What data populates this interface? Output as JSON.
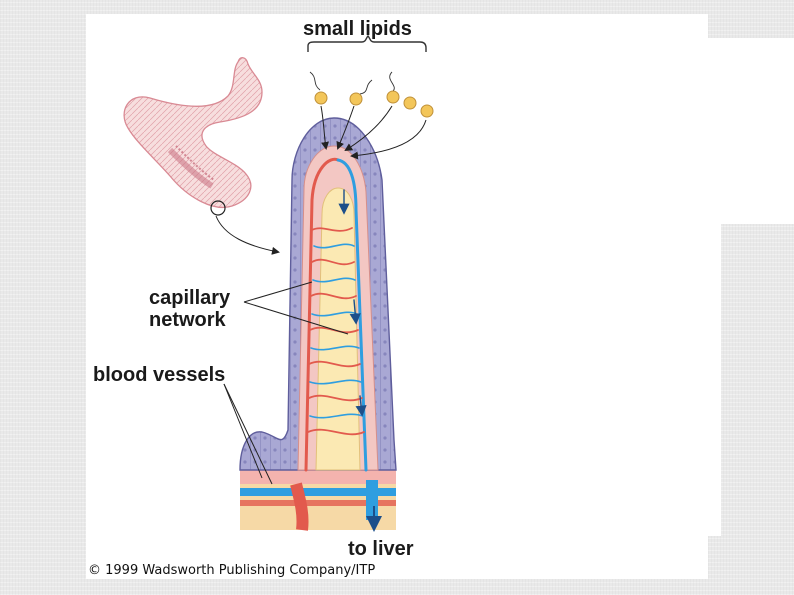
{
  "labels": {
    "small_lipids": "small lipids",
    "capillary_network": "capillary\nnetwork",
    "blood_vessels": "blood vessels",
    "to_liver": "to liver"
  },
  "credit": "© 1999 Wadsworth Publishing Company/ITP",
  "colors": {
    "epithelium": "#a3a2d0",
    "epithelium_line": "#6f6ea8",
    "core": "#f3c7c3",
    "lacteal": "#fbe9b3",
    "artery": "#e25a4d",
    "vein": "#2f9ee0",
    "lipid": "#f3c65a"
  }
}
